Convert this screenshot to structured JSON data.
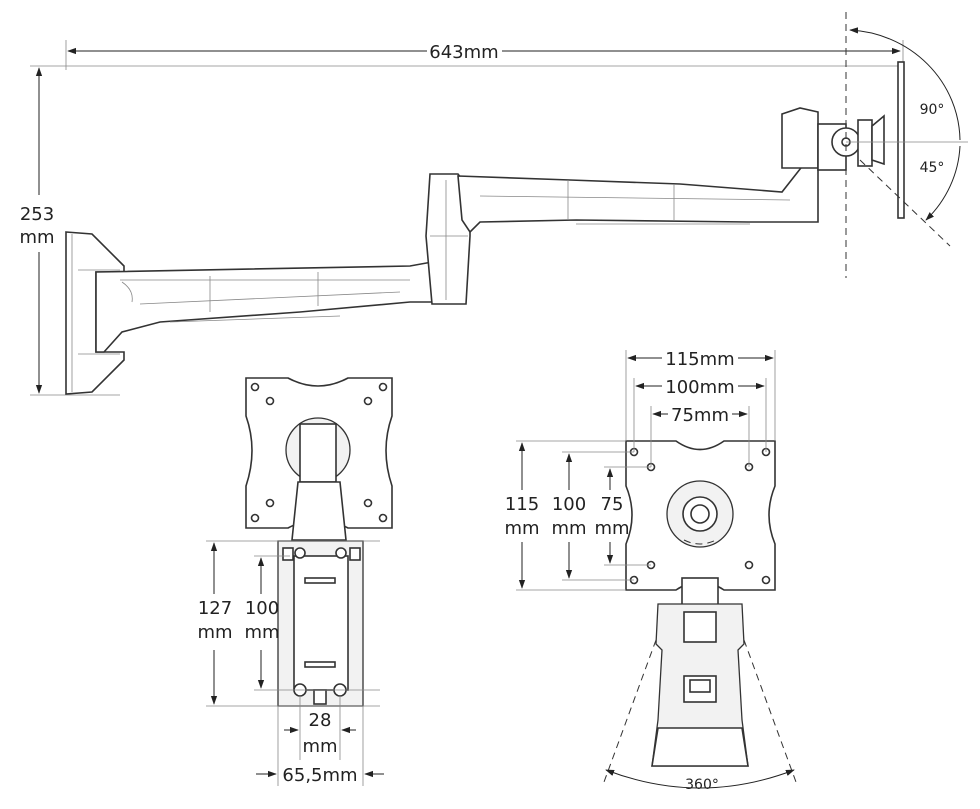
{
  "dimensions": {
    "total_length": "643mm",
    "height_value": "253",
    "height_unit": "mm",
    "tilt_up": "90°",
    "tilt_down": "45°",
    "vesa_115": "115mm",
    "vesa_100": "100mm",
    "vesa_75": "75mm",
    "v115_value": "115",
    "v100_value": "100",
    "v75_value": "75",
    "unit_mm": "mm",
    "wallplate_127": "127",
    "wallplate_100": "100",
    "gap_28": "28",
    "width_65": "65,5mm",
    "rotation": "360°"
  }
}
